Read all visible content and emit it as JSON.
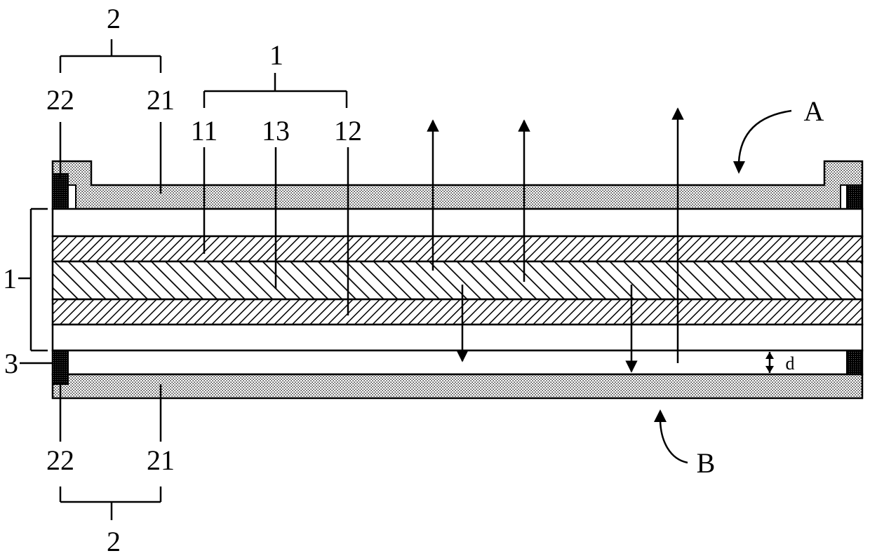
{
  "labels": {
    "top_group": "2",
    "top_left": "22",
    "top_right": "21",
    "center_group": "1",
    "layer_11": "11",
    "layer_13": "13",
    "layer_12": "12",
    "side_1": "1",
    "side_3": "3",
    "bottom_left": "22",
    "bottom_right": "21",
    "bottom_group": "2",
    "label_a": "A",
    "label_b": "B",
    "label_d": "d"
  }
}
